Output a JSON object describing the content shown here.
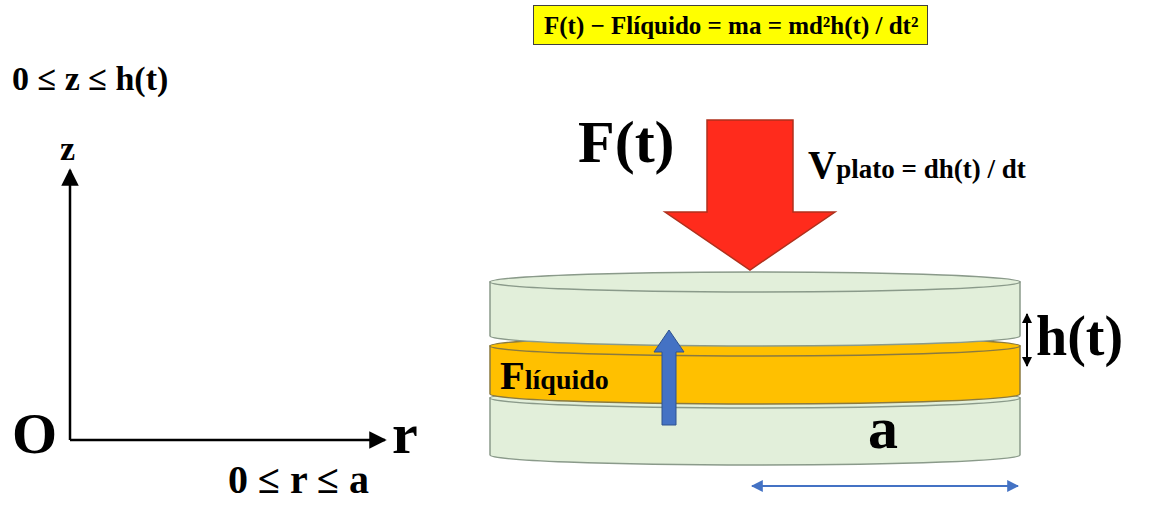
{
  "diagram": {
    "nodes": [
      {
        "text": [
          "F(t) − Flíquido = ma = md²h(t) / dt²"
        ]
      }
    ],
    "labels": [
      "0 ≤ z ≤ h(t)",
      "z",
      "O",
      "r",
      "0 ≤ r ≤ a",
      "F(t)",
      "Vplato = dh(t) / dt",
      "Flíquido",
      "h(t)",
      "a"
    ]
  }
}
